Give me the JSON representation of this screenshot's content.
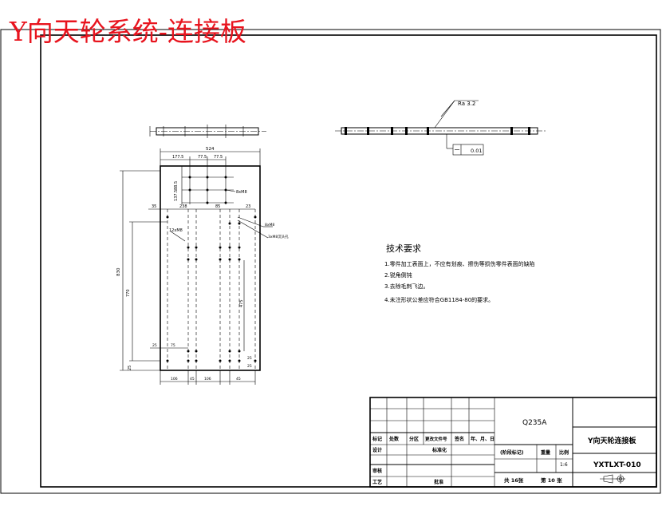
{
  "drawing_title": "Y向天轮系统-连接板",
  "dimensions": {
    "top_overall": "524",
    "top_chain": [
      "177.5",
      "77.5",
      "77.5"
    ],
    "left_vertical": [
      "88.5",
      "137.5"
    ],
    "hole_spec_top": "8xM8",
    "mid_chain": [
      "35",
      "238",
      "85",
      "23"
    ],
    "leader_note_1": "8xM8",
    "leader_note_2": "3xM8沉头孔",
    "leader_left": "12xM8",
    "overall_height": "830",
    "inner_height": "770",
    "right_inner": "475",
    "bottom_left_small": [
      "25",
      "75"
    ],
    "bottom_chain": [
      "106",
      "45",
      "106",
      "45"
    ],
    "left_small": "25",
    "right_small": [
      "25",
      "25"
    ]
  },
  "surface_finish": "Ra 3.2",
  "flatness_tolerance": "0.01",
  "tech_req": {
    "heading": "技术要求",
    "items": [
      "1.零件加工表面上，不应有划痕、擦伤等损伤零件表面的缺陷",
      "2.锐角倒钝",
      "3.去除毛刺飞边。",
      "4.未注形状公差应符合GB1184-80的要求。"
    ]
  },
  "title_block": {
    "material": "Q235A",
    "part_name": "Y向天轮连接板",
    "part_code": "YXTLXT-010",
    "headers": [
      "标记",
      "处数",
      "分区",
      "更改文件号",
      "签名",
      "年、月、日"
    ],
    "design": "设计",
    "standardization": "标准化",
    "stage_mark": "(阶段标记)",
    "weight": "重量",
    "scale_label": "比例",
    "scale_value": "1:6",
    "review": "审核",
    "process": "工艺",
    "approve": "批准",
    "total_sheets": "共 16张",
    "sheet_no": "第 10 张"
  }
}
